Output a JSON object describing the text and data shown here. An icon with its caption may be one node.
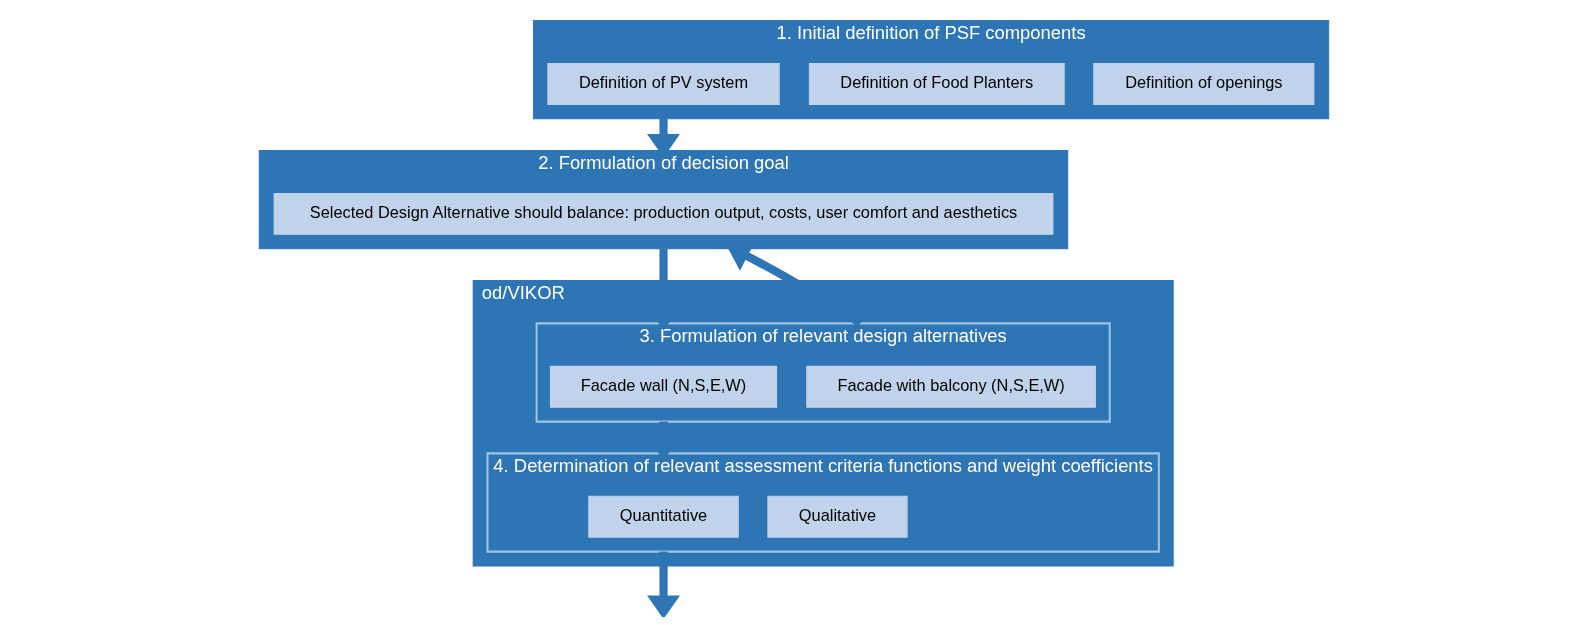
{
  "diagram": {
    "nodes": [
      {
        "text": [
          "1. Initial definition of PSF components"
        ]
      },
      {
        "text": [
          "Definition of PV system"
        ],
        "in": 0
      },
      {
        "text": [
          "Definition of Food Planters"
        ],
        "in": 0
      },
      {
        "text": [
          "Definition of openings"
        ],
        "in": 0
      },
      {
        "text": [
          "2. Formulation of decision goal"
        ]
      },
      {
        "text": [
          "Selected Design Alternative should balance: production output, costs, user comfort and aesthetics"
        ],
        "in": 4
      },
      {
        "text": [
          "od/VIKOR"
        ]
      },
      {
        "text": [
          "3. Formulation of relevant design alternatives"
        ],
        "in": 6
      },
      {
        "text": [
          "Facade wall (N,S,E,W)"
        ],
        "in": 7
      },
      {
        "text": [
          "Facade with balcony (N,S,E,W)"
        ],
        "in": 7
      },
      {
        "text": [
          "4. Determination of relevant assessment criteria functions and weight coefficients"
        ],
        "in": 6
      },
      {
        "text": [
          "Quantitative"
        ],
        "in": 10
      },
      {
        "text": [
          "Qualitative"
        ],
        "in": 10
      }
    ],
    "edges": [
      {
        "from": 0,
        "to": 4,
        "arrow": "to"
      },
      {
        "from": 4,
        "to": 7,
        "arrow": "to"
      },
      {
        "from": 7,
        "to": 4,
        "arrow": "to"
      },
      {
        "from": 7,
        "to": 10,
        "arrow": "to"
      },
      {
        "from": 10,
        "to": null,
        "arrow": "to"
      }
    ]
  }
}
